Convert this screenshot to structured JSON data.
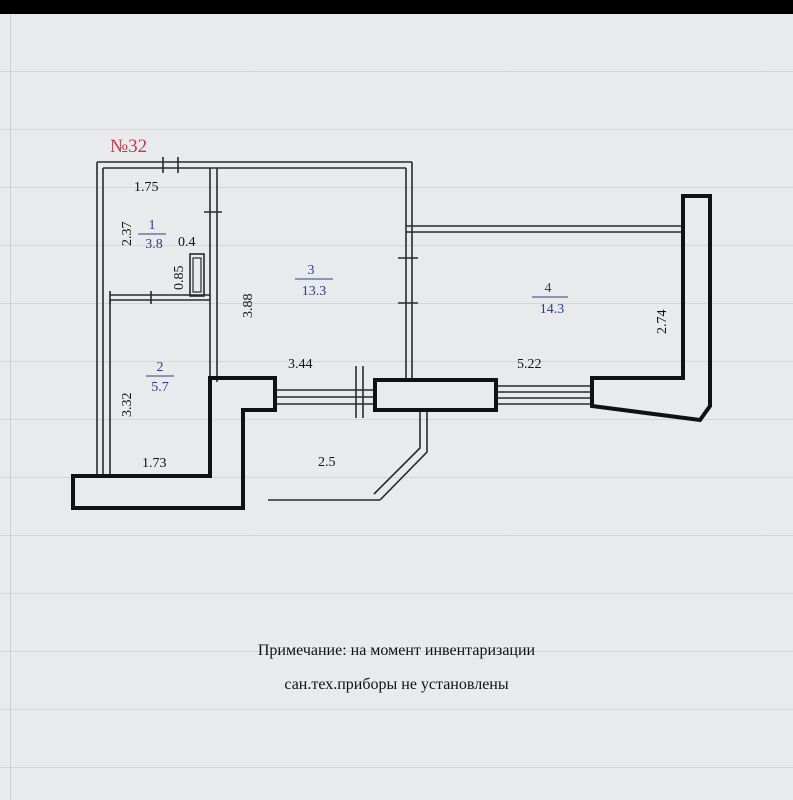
{
  "plan": {
    "apartment_number": "№32",
    "colors": {
      "wall": "#111111",
      "thin_line": "#2a2a2a",
      "room_label": "#2b3f88",
      "apartment_number": "#c23a4a",
      "dimension": "#111111"
    },
    "rooms": [
      {
        "number": "1",
        "area": "3.8"
      },
      {
        "number": "2",
        "area": "5.7"
      },
      {
        "number": "3",
        "area": "13.3"
      },
      {
        "number": "4",
        "area": "14.3"
      }
    ],
    "dimensions": {
      "d175": "1.75",
      "d237": "2.37",
      "d04": "0.4",
      "d085": "0.85",
      "d388": "3.88",
      "d344": "3.44",
      "d522": "5.22",
      "d274": "2.74",
      "d332": "3.32",
      "d173": "1.73",
      "d25": "2.5"
    }
  },
  "note": {
    "line1": "Примечание: на момент инвентаризации",
    "line2": "сан.тех.приборы не установлены"
  }
}
